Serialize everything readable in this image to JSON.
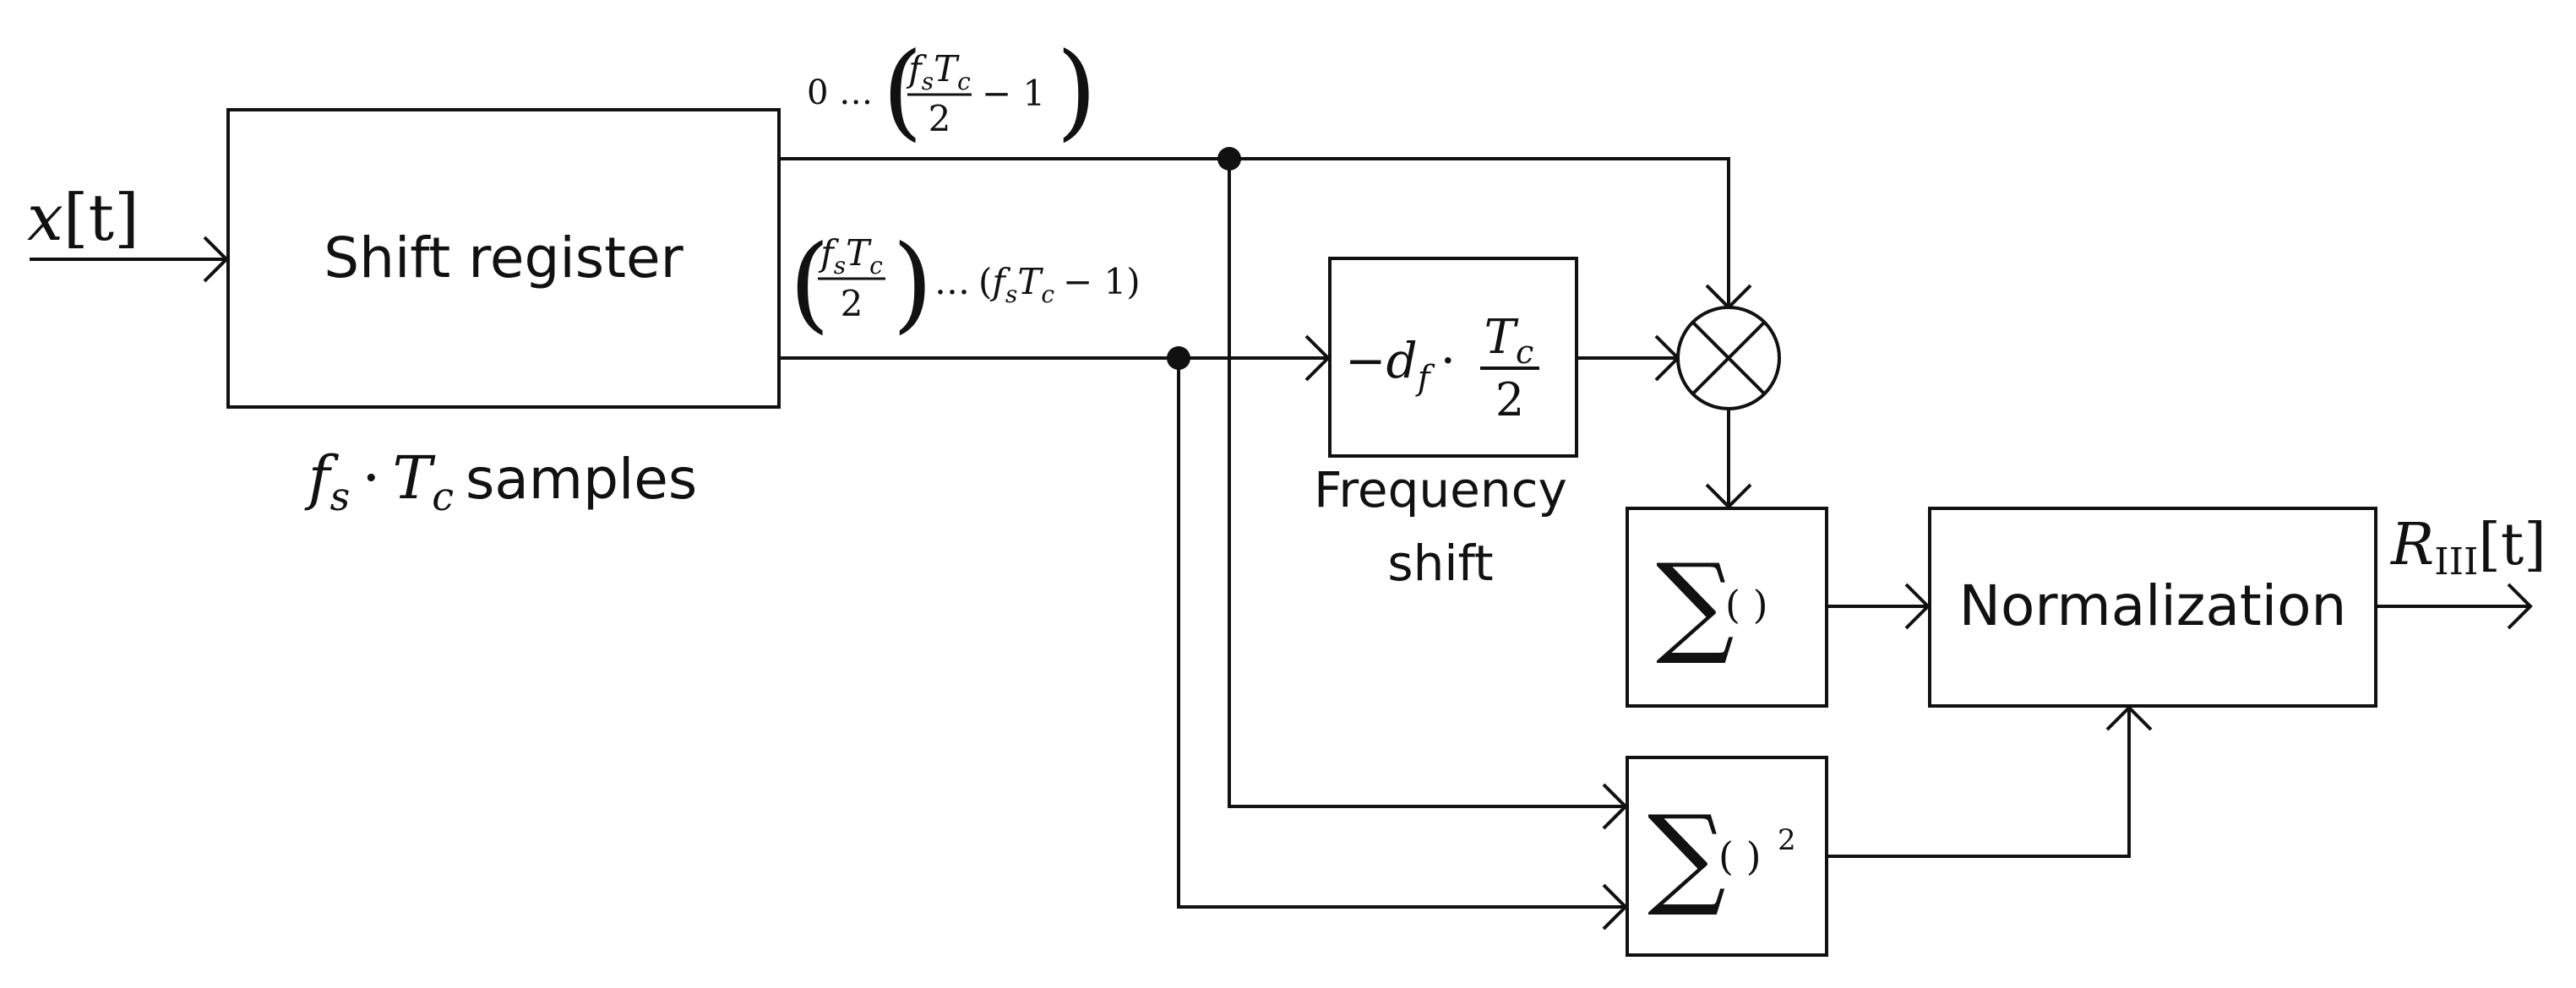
{
  "blocks": {
    "shift_register": {
      "label": "Shift register",
      "caption": "f_s · T_c samples",
      "caption_math": "f",
      "caption_sub_s": "s",
      "caption_dot": "·",
      "caption_T": "T",
      "caption_sub_c": "c",
      "caption_word": "samples"
    },
    "frequency_shift": {
      "caption_line1": "Frequency",
      "caption_line2": "shift",
      "expr_minus": "−",
      "expr_d": "d",
      "expr_sub_f": "f",
      "expr_dot": "·",
      "expr_num_T": "T",
      "expr_num_sub": "c",
      "expr_den": "2"
    },
    "multiplier": {
      "symbol": "⊗"
    },
    "sum": {
      "sigma": "∑",
      "paren": "( )"
    },
    "sum_sq": {
      "sigma": "∑",
      "paren": "( )",
      "power": "2"
    },
    "normalization": {
      "label": "Normalization"
    }
  },
  "signals": {
    "input": {
      "x": "x",
      "bracket": "[t]"
    },
    "output": {
      "R": "R",
      "sub": "III",
      "bracket": "[t]"
    },
    "upper_tap": {
      "prefix": "0 …",
      "frac_num_f": "f",
      "frac_num_s": "s",
      "frac_num_T": "T",
      "frac_num_c": "c",
      "frac_den": "2",
      "tail": "− 1"
    },
    "lower_tap": {
      "frac_num_f": "f",
      "frac_num_s": "s",
      "frac_num_T": "T",
      "frac_num_c": "c",
      "frac_den": "2",
      "mid": "…",
      "paren_f": "f",
      "paren_s": "s",
      "paren_T": "T",
      "paren_c": "c",
      "paren_tail": "− 1)"
    }
  }
}
